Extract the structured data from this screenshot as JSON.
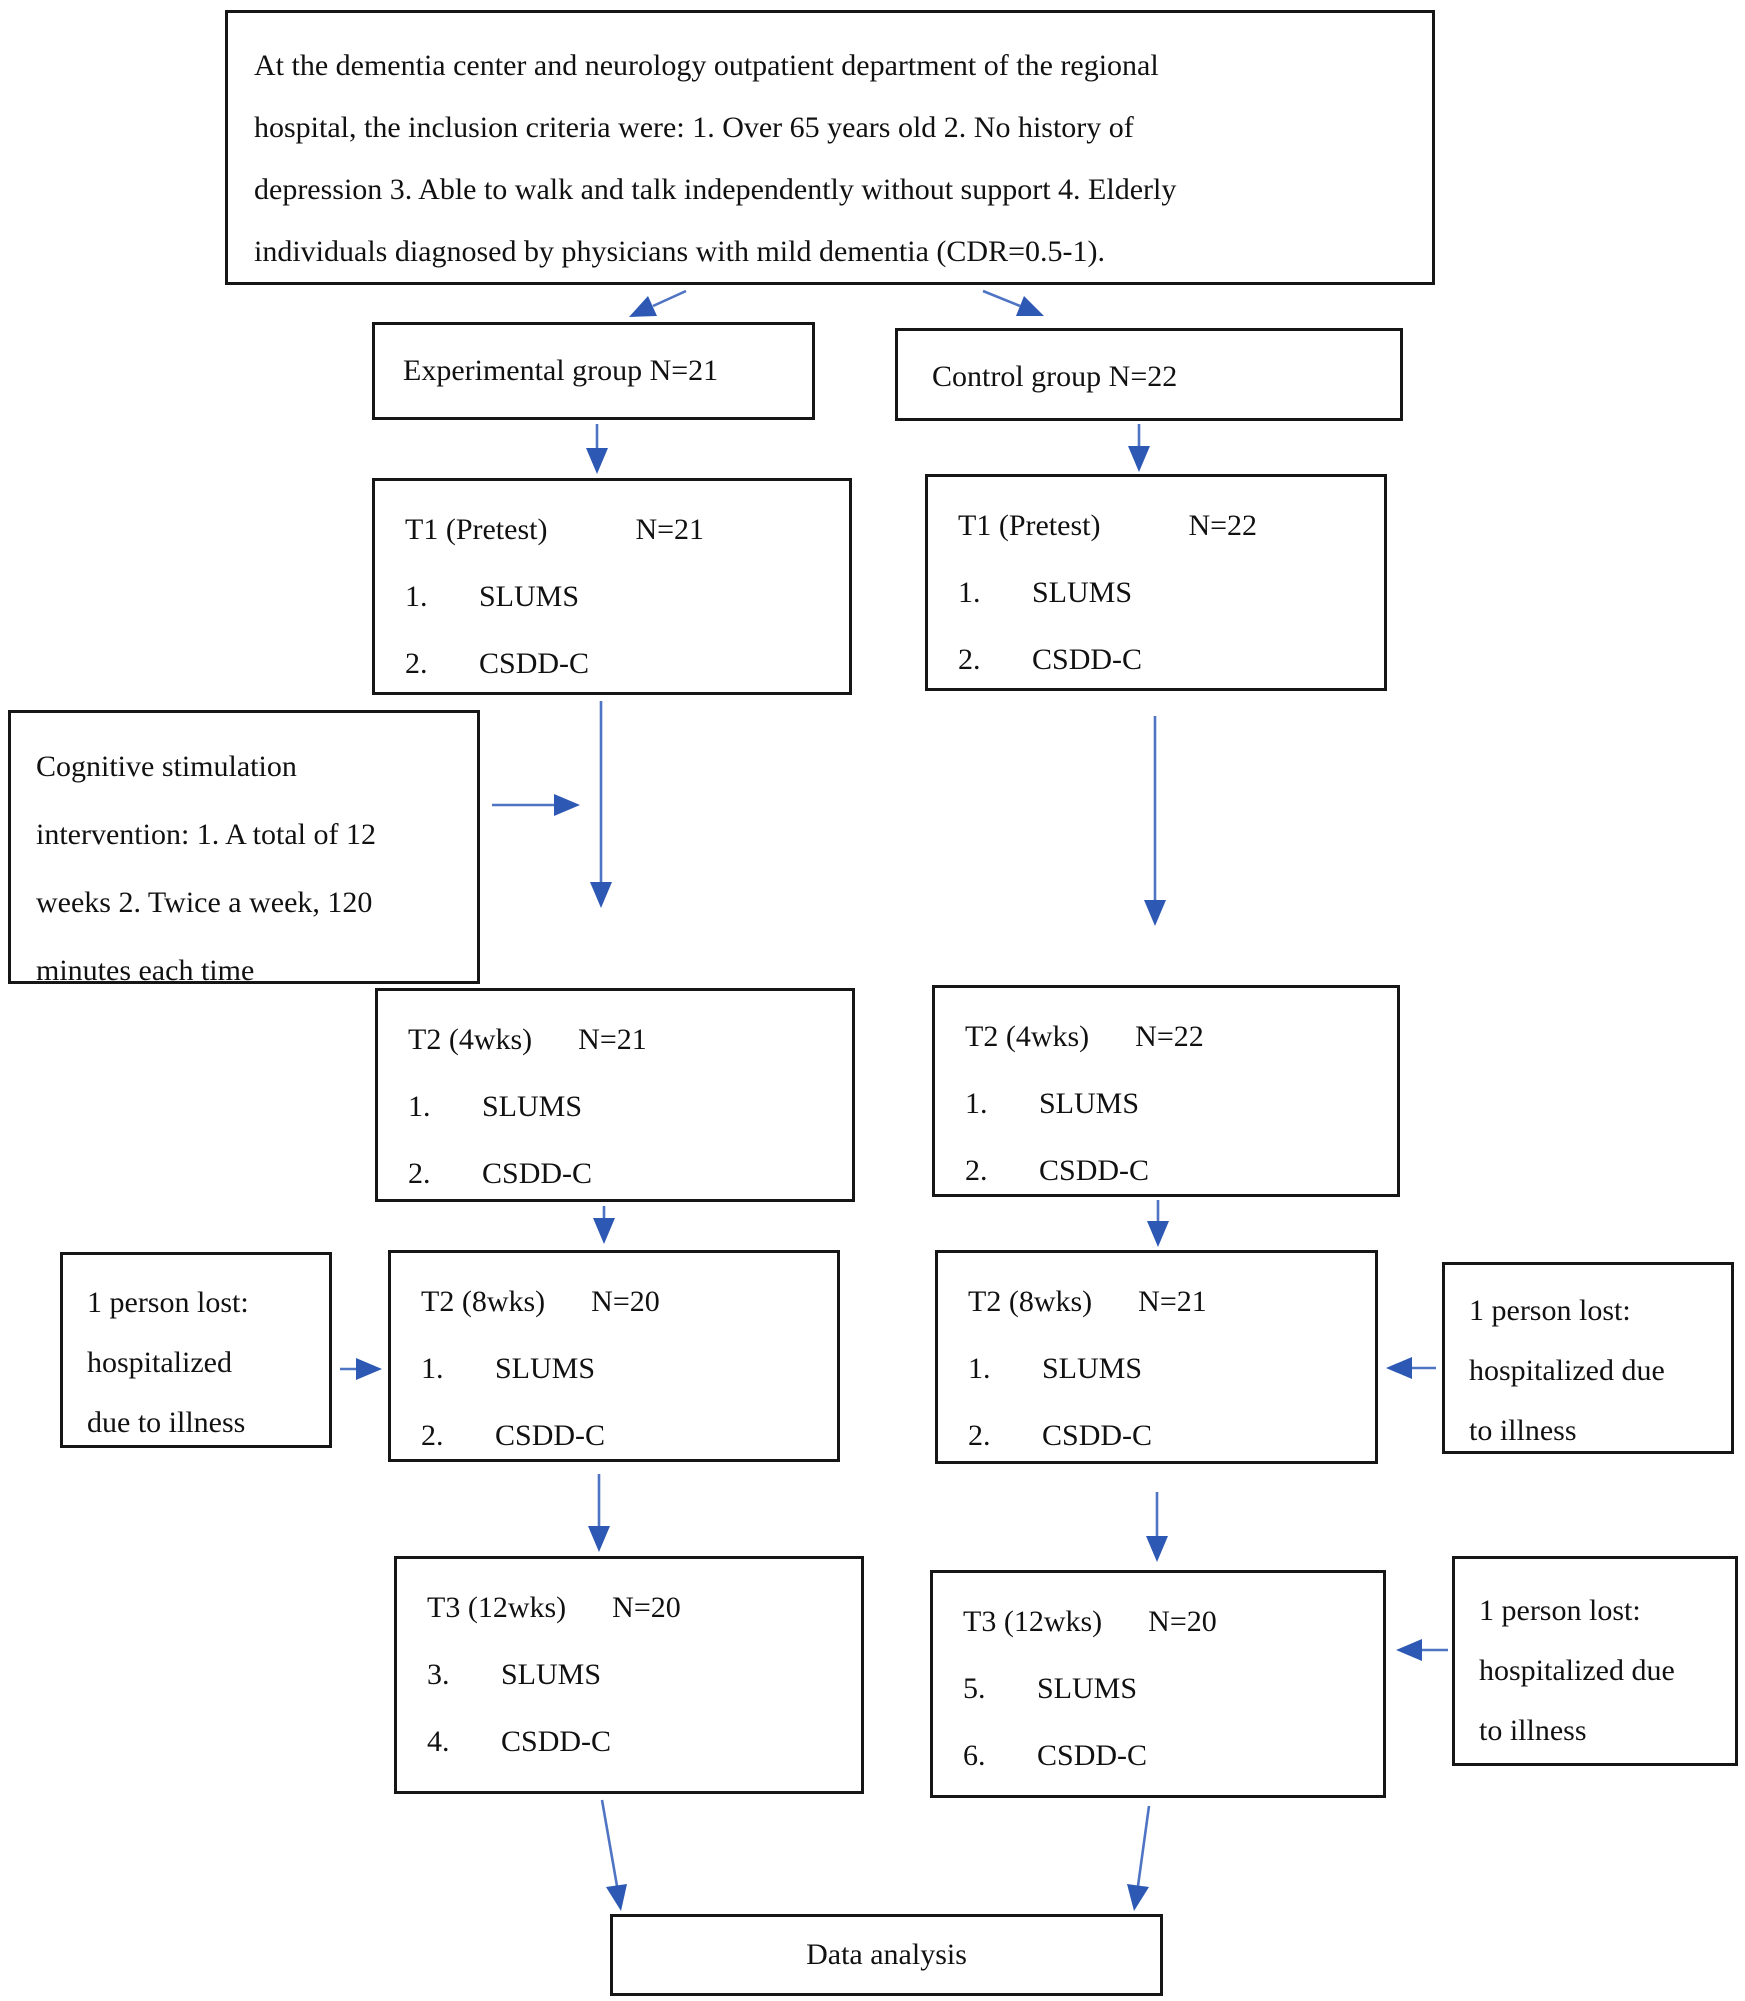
{
  "colors": {
    "arrow_shaft": "#4f74c4",
    "arrow_head": "#2d59b5",
    "box_border": "#161616",
    "text": "#111111",
    "page_bg": "#ffffff"
  },
  "inclusion_box": {
    "lines": [
      "At the dementia center and neurology outpatient department of the regional",
      "hospital, the inclusion criteria were: 1. Over 65 years old 2. No history of",
      "depression 3. Able to walk and talk independently without support 4. Elderly",
      "individuals diagnosed by physicians with mild dementia (CDR=0.5-1)."
    ]
  },
  "experimental_group": {
    "label": "Experimental group N=21"
  },
  "control_group": {
    "label": "Control group N=22"
  },
  "t1_experimental": {
    "stage": "T1 (Pretest)",
    "n": "N=21",
    "items": [
      {
        "num": "1.",
        "label": "SLUMS"
      },
      {
        "num": "2.",
        "label": "CSDD-C"
      }
    ]
  },
  "t1_control": {
    "stage": "T1 (Pretest)",
    "n": "N=22",
    "items": [
      {
        "num": "1.",
        "label": "SLUMS"
      },
      {
        "num": "2.",
        "label": "CSDD-C"
      }
    ]
  },
  "intervention_box": {
    "lines": [
      "Cognitive stimulation",
      "intervention: 1. A total of 12",
      "weeks 2. Twice a week, 120",
      "minutes each time"
    ]
  },
  "t2_4wks_experimental": {
    "stage": "T2 (4wks)",
    "n": "N=21",
    "items": [
      {
        "num": "1.",
        "label": "SLUMS"
      },
      {
        "num": "2.",
        "label": "CSDD-C"
      }
    ]
  },
  "t2_4wks_control": {
    "stage": "T2 (4wks)",
    "n": "N=22",
    "items": [
      {
        "num": "1.",
        "label": "SLUMS"
      },
      {
        "num": "2.",
        "label": "CSDD-C"
      }
    ]
  },
  "lost_experimental_8wks": {
    "lines": [
      "1 person lost:",
      "hospitalized",
      "due to illness"
    ]
  },
  "t2_8wks_experimental": {
    "stage": "T2 (8wks)",
    "n": "N=20",
    "items": [
      {
        "num": "1.",
        "label": "SLUMS"
      },
      {
        "num": "2.",
        "label": "CSDD-C"
      }
    ]
  },
  "t2_8wks_control": {
    "stage": "T2 (8wks)",
    "n": "N=21",
    "items": [
      {
        "num": "1.",
        "label": "SLUMS"
      },
      {
        "num": "2.",
        "label": "CSDD-C"
      }
    ]
  },
  "lost_control_8wks": {
    "lines": [
      "1 person lost:",
      "hospitalized due",
      "to illness"
    ]
  },
  "t3_12wks_experimental": {
    "stage": "T3 (12wks)",
    "n": "N=20",
    "items": [
      {
        "num": "3.",
        "label": "SLUMS"
      },
      {
        "num": "4.",
        "label": "CSDD-C"
      }
    ]
  },
  "t3_12wks_control": {
    "stage": "T3 (12wks)",
    "n": "N=20",
    "items": [
      {
        "num": "5.",
        "label": "SLUMS"
      },
      {
        "num": "6.",
        "label": "CSDD-C"
      }
    ]
  },
  "lost_control_12wks": {
    "lines": [
      "1 person lost:",
      "hospitalized due",
      "to illness"
    ]
  },
  "data_analysis": {
    "label": "Data analysis"
  }
}
